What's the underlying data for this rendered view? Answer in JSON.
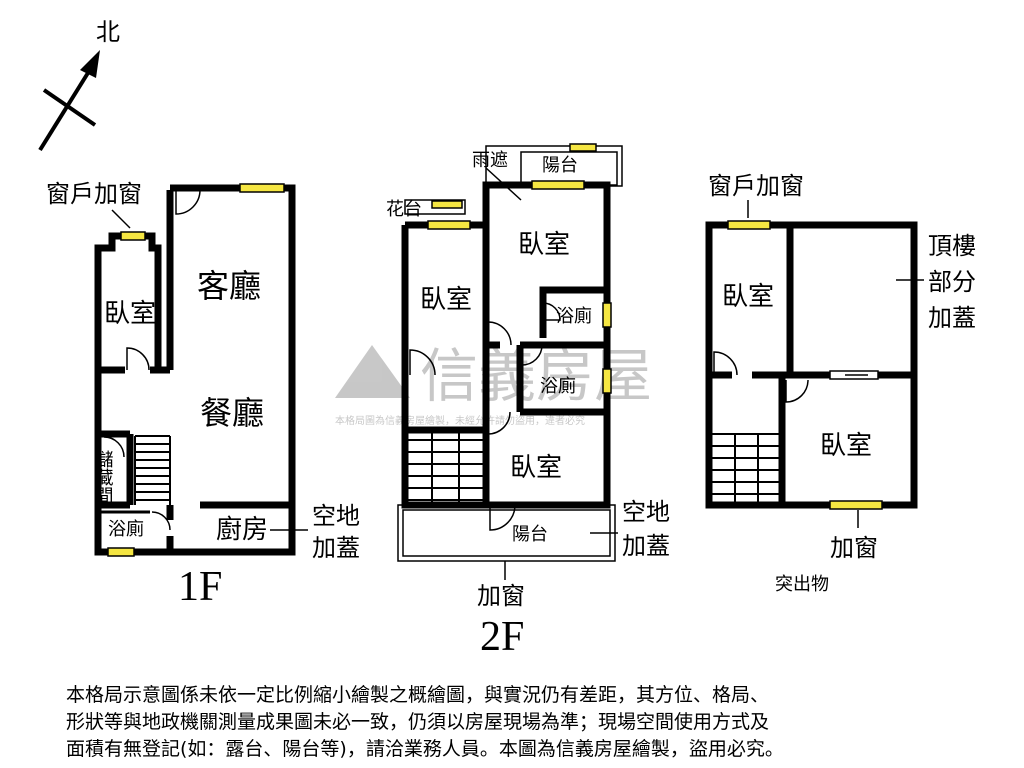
{
  "compass": {
    "north": "北"
  },
  "floor1": {
    "title": "1F",
    "rooms": {
      "living": "客廳",
      "dining": "餐廳",
      "bedroom": "臥室",
      "storage": "儲藏間",
      "bath": "浴廁",
      "kitchen": "廚房"
    },
    "notes": {
      "window": "窗戶加窗",
      "extension": [
        "空地",
        "加蓋"
      ]
    }
  },
  "floor2": {
    "title": "2F",
    "rooms": {
      "bedroom_left": "臥室",
      "bedroom_top": "臥室",
      "bedroom_bottom": "臥室",
      "bath1": "浴廁",
      "bath2": "浴廁",
      "balcony_top": "陽台",
      "balcony_bottom": "陽台",
      "canopy": "雨遮",
      "planter": "花台"
    },
    "notes": {
      "extension": [
        "空地",
        "加蓋"
      ],
      "window": "加窗"
    }
  },
  "roof": {
    "rooms": {
      "bedroom_left": "臥室",
      "bedroom_right": "臥室"
    },
    "notes": {
      "window_top": "窗戶加窗",
      "partial": [
        "頂樓",
        "部分",
        "加蓋"
      ],
      "window_bottom": "加窗",
      "protrusion": "突出物"
    }
  },
  "watermark": {
    "brand": "信義房屋",
    "fine": "本格局圖為信義房屋繪製，未經允許請勿盜用，違者必究"
  },
  "disclaimer": [
    "本格局示意圖係未依一定比例縮小繪製之概繪圖，與實況仍有差距，其方位、格局、",
    "形狀等與地政機關測量成果圖未必一致，仍須以房屋現場為準；現場空間使用方式及",
    "面積有無登記(如：露台、陽台等)，請洽業務人員。本圖為信義房屋繪製，盜用必究。"
  ],
  "colors": {
    "wall": "#000000",
    "window": "#f5e642",
    "watermark": "#9a9a9a"
  }
}
